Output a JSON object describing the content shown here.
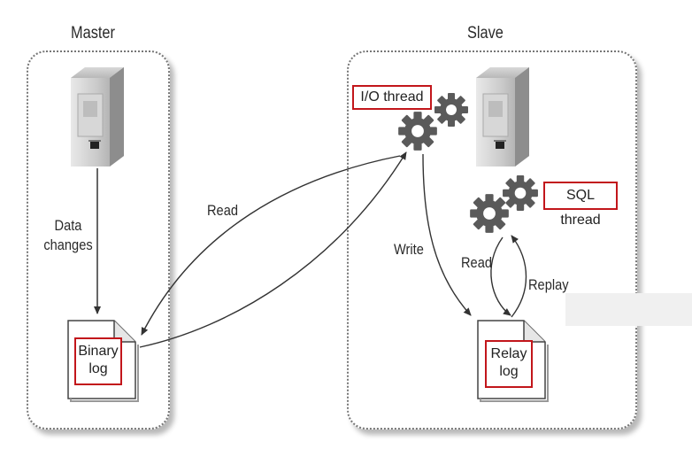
{
  "master": {
    "title": "Master",
    "data_changes": "Data\nchanges",
    "binary_log": "Binary\nlog"
  },
  "slave": {
    "title": "Slave",
    "io_thread": "I/O thread",
    "sql_thread": "SQL thread",
    "relay_log": "Relay\nlog"
  },
  "edges": {
    "read_from_binlog": "Read",
    "write_relay": "Write",
    "read_relay": "Read",
    "replay": "Replay"
  },
  "colors": {
    "highlight_border": "#c2161b",
    "panel_border": "#777777",
    "gear": "#5a5a5a"
  }
}
